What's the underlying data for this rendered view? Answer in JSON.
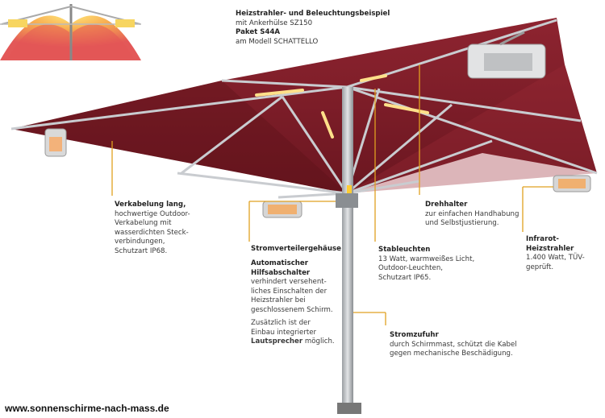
{
  "header": {
    "line1": "Heizstrahler- und Beleuchtungsbeispiel",
    "line2": "mit Ankerhülse SZ150",
    "line3": "Paket S44A",
    "line4": "am Modell SCHATTELLO"
  },
  "callouts": {
    "verkabelung": {
      "title": "Verkabelung lang,",
      "lines": [
        "hochwertige Outdoor-",
        "Verkabelung mit",
        "wasserdichten Steck-",
        "verbindungen,",
        "Schutzart IP68."
      ]
    },
    "stromverteiler": {
      "title": "Stromverteilergehäuse"
    },
    "hilfsabschalter": {
      "title1": "Automatischer",
      "title2": "Hilfsabschalter",
      "lines": [
        "verhindert versehent-",
        "liches Einschalten der",
        "Heizstrahler bei",
        "geschlossenem Schirm."
      ],
      "extra1": "Zusätzlich ist der",
      "extra2": "Einbau integrierter",
      "extra3_bold": "Lautsprecher",
      "extra3_rest": " möglich."
    },
    "stableuchten": {
      "title": "Stableuchten",
      "lines": [
        "13 Watt, warmweißes Licht,",
        "Outdoor-Leuchten,",
        "Schutzart IP65."
      ]
    },
    "drehhalter": {
      "title": "Drehhalter",
      "lines": [
        "zur einfachen Handhabung",
        "und Selbstjustierung."
      ]
    },
    "infrarot": {
      "title": "Infrarot-Heizstrahler",
      "lines": [
        "1.400 Watt, TÜV-geprüft."
      ]
    },
    "stromzufuhr": {
      "title": "Stromzufuhr",
      "lines": [
        "durch Schirmmast, schützt die Kabel",
        "gegen mechanische Beschädigung."
      ]
    }
  },
  "footer": {
    "url": "www.sonnenschirme-nach-mass.de"
  },
  "colors": {
    "canopy": "#7a1a24",
    "accent": "#e0a020",
    "mast": "#b8bcc0"
  }
}
